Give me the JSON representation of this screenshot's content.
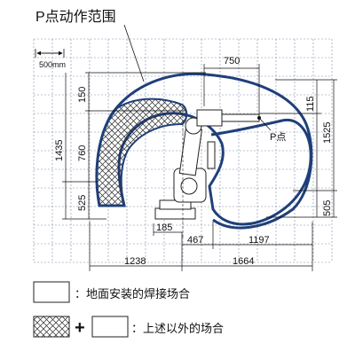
{
  "title": "P点动作范围",
  "scale_label": "500mm",
  "point_label": "P点",
  "dimensions": {
    "top_reach": "750",
    "left_upper": "150",
    "left_mid": "760",
    "left_lower": "525",
    "left_total": "1435",
    "right_upper": "115",
    "right_mid": "1525",
    "right_lower": "505",
    "base_offset": "185",
    "front_offset": "467",
    "front_reach": "1197",
    "rear_reach": "1238",
    "total_reach": "1664"
  },
  "legend": {
    "item1_text": "：地面安装的焊接场合",
    "item2_plus": "+",
    "item2_text": "：上述以外的场合"
  },
  "colors": {
    "envelope": "#1f3f7a",
    "grid": "#7a8aa8"
  }
}
